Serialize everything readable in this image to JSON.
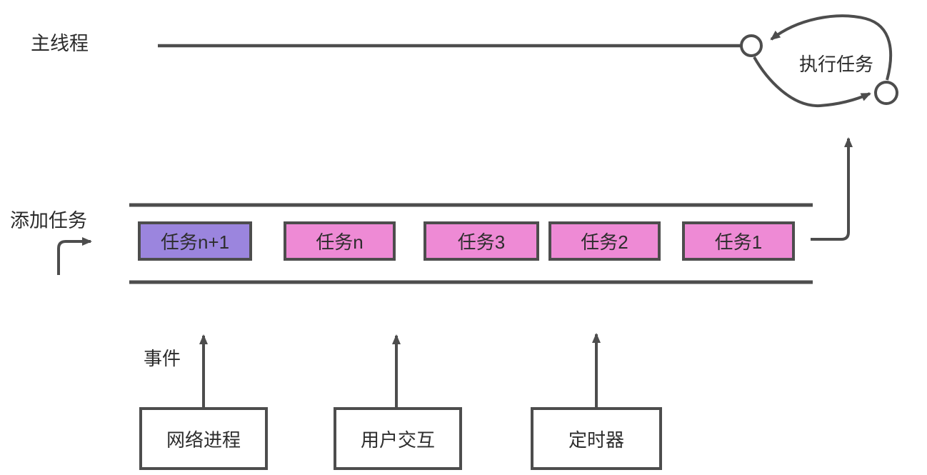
{
  "labels": {
    "main_thread": "主线程",
    "add_task": "添加任务",
    "execute_task": "执行任务",
    "event": "事件"
  },
  "queue_tasks": [
    {
      "label": "任务n+1",
      "fill": "#9b85de"
    },
    {
      "label": "任务n",
      "fill": "#ee8ad5"
    },
    {
      "label": "任务3",
      "fill": "#ee8ad5"
    },
    {
      "label": "任务2",
      "fill": "#ee8ad5"
    },
    {
      "label": "任务1",
      "fill": "#ee8ad5"
    }
  ],
  "event_sources": [
    {
      "label": "网络进程"
    },
    {
      "label": "用户交互"
    },
    {
      "label": "定时器"
    }
  ],
  "colors": {
    "stroke": "#4d4d4d",
    "text": "#2b2b2b",
    "task_purple": "#9b85de",
    "task_pink": "#ee8ad5",
    "background": "#ffffff"
  }
}
